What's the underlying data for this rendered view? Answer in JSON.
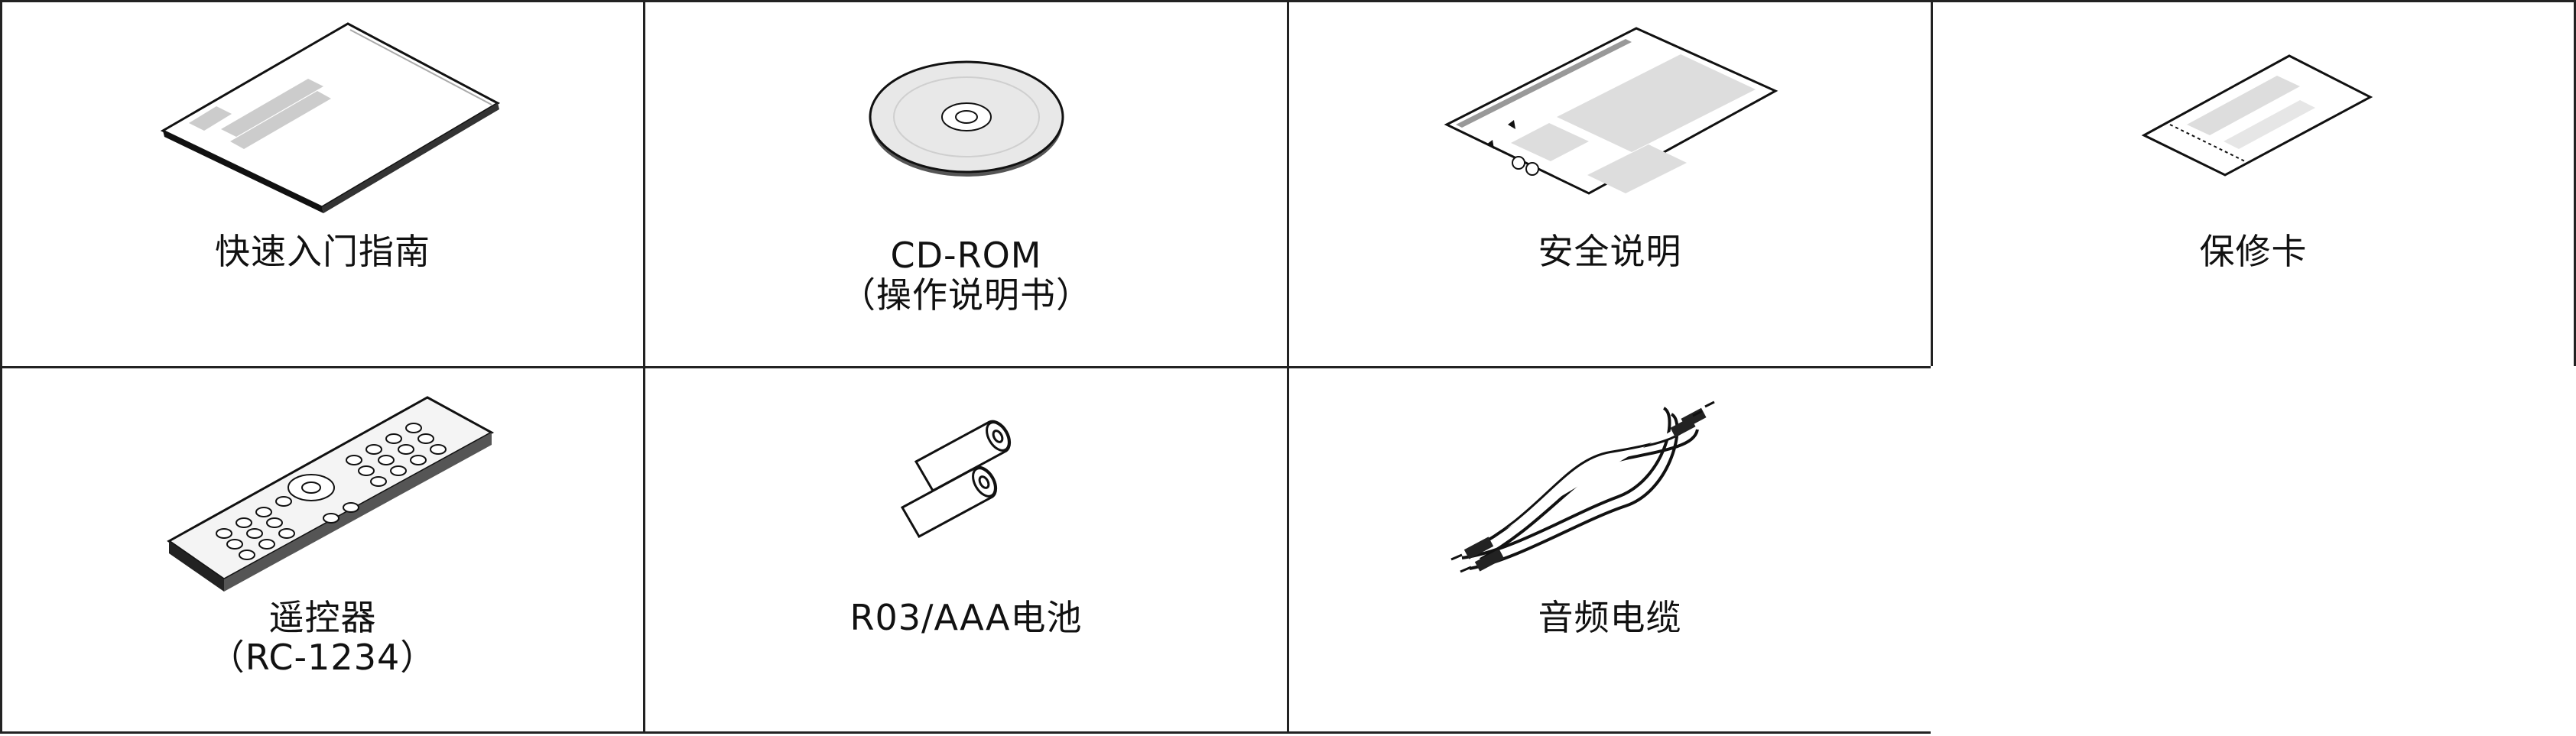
{
  "items": [
    {
      "label": "快速入门指南",
      "label2": ""
    },
    {
      "label": "CD-ROM",
      "label2": "（操作说明书）"
    },
    {
      "label": "安全说明",
      "label2": ""
    },
    {
      "label": "保修卡",
      "label2": ""
    },
    {
      "label": "遥控器",
      "label2": "（RC-1234）"
    },
    {
      "label": "R03/AAA电池",
      "label2": ""
    },
    {
      "label": "音频电缆",
      "label2": ""
    }
  ],
  "icons": [
    "booklet-icon",
    "cd-rom-icon",
    "safety-sheet-icon",
    "warranty-card-icon",
    "remote-control-icon",
    "batteries-icon",
    "audio-cable-icon"
  ]
}
